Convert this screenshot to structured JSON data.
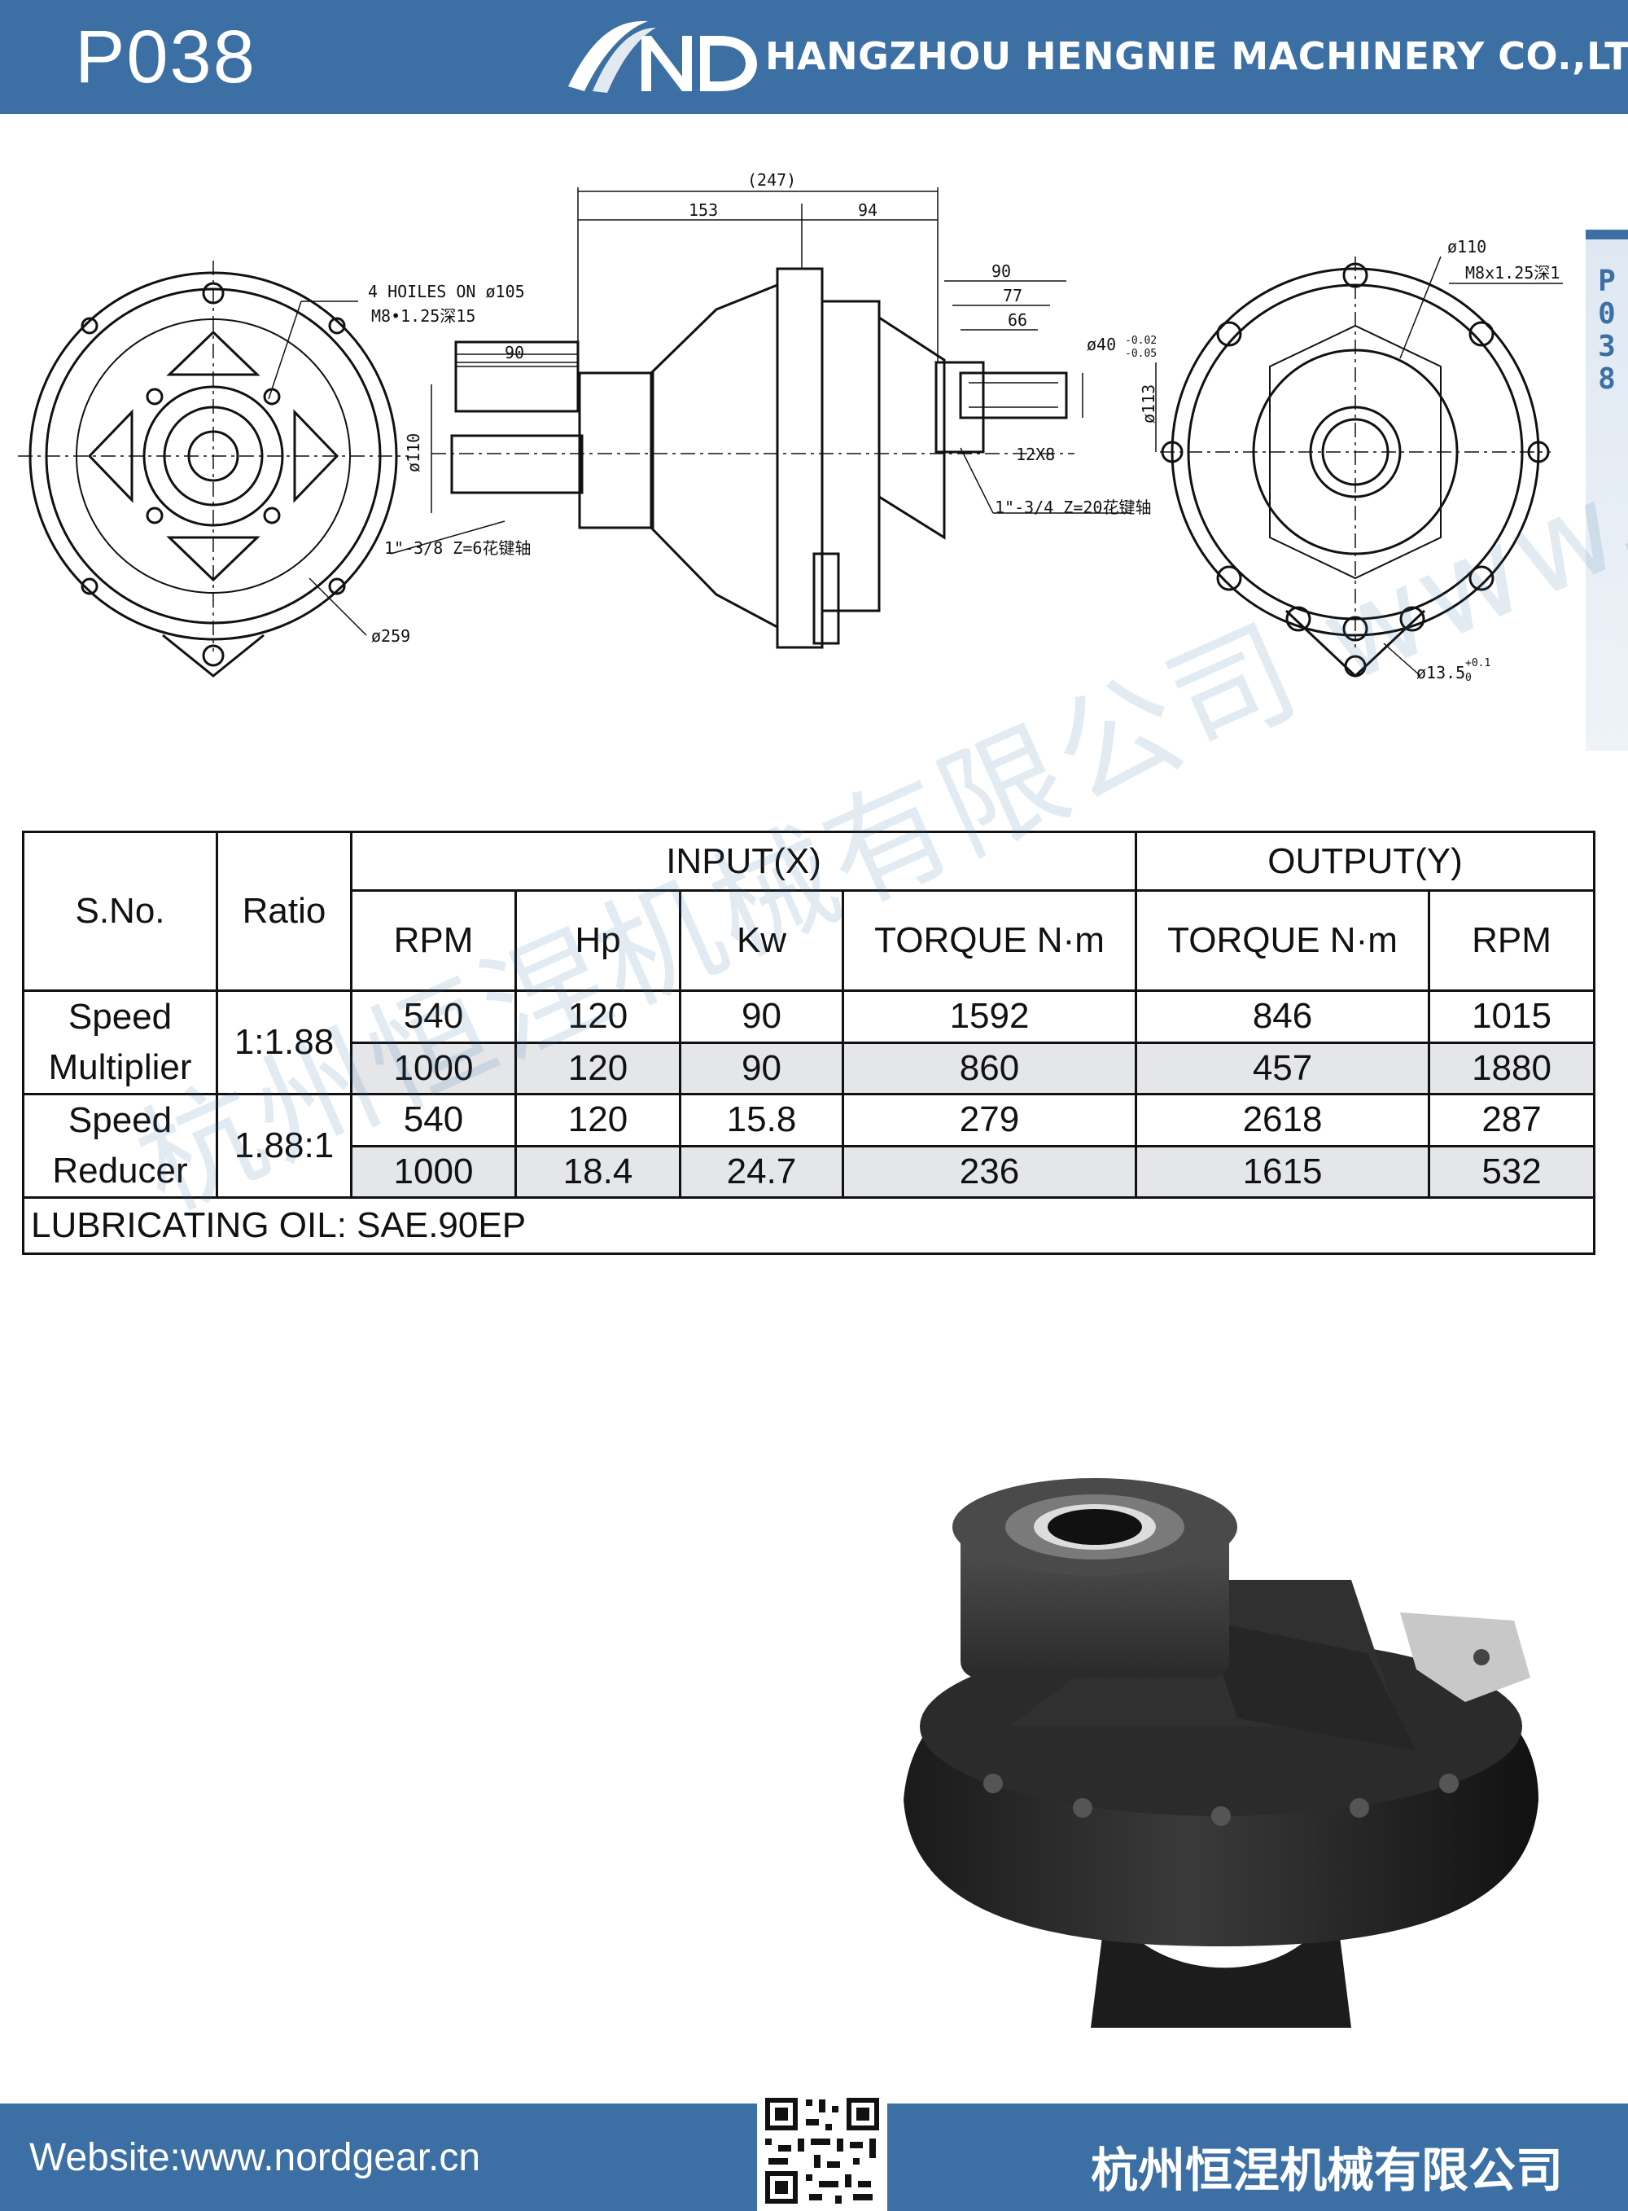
{
  "header": {
    "model": "P038",
    "company_en": "HANGZHOU HENGNIE MACHINERY CO.,LTD",
    "brand_color": "#3c6fa3"
  },
  "side_tab": {
    "text": "P\n0\n3\n8"
  },
  "drawing": {
    "front_left": {
      "holes_note": "4 HOILES ON ø105",
      "thread_note": "M8•1.25深15",
      "diameter": "ø259"
    },
    "side": {
      "overall": "(247)",
      "left_length": "153",
      "right_length": "94",
      "input_shaft_length": "90",
      "input_diameter": "ø110",
      "input_spline": "1\"-3/8 Z=6花键轴",
      "output_90": "90",
      "output_77": "77",
      "output_66": "66",
      "output_diameter": "ø40",
      "tol_upper": "-0.02",
      "tol_lower": "-0.05",
      "flange_diameter": "ø113",
      "key": "12X8",
      "output_spline": "1\"-3/4 Z=20花键轴"
    },
    "front_right": {
      "diameter": "ø110",
      "thread_note": "M8x1.25深1",
      "hole": "ø13.5",
      "hole_tol_upper": "+0.1",
      "hole_tol_lower": "0"
    }
  },
  "table": {
    "headers": {
      "sno": "S.No.",
      "ratio": "Ratio",
      "input": "INPUT(X)",
      "output": "OUTPUT(Y)",
      "rpm_in": "RPM",
      "hp": "Hp",
      "kw": "Kw",
      "torque_in": "TORQUE N·m",
      "torque_out": "TORQUE N·m",
      "rpm_out": "RPM"
    },
    "groups": [
      {
        "label": "Speed Multiplier",
        "ratio": "1:1.88",
        "rows": [
          {
            "rpm_in": "540",
            "hp": "120",
            "kw": "90",
            "torque_in": "1592",
            "torque_out": "846",
            "rpm_out": "1015"
          },
          {
            "rpm_in": "1000",
            "hp": "120",
            "kw": "90",
            "torque_in": "860",
            "torque_out": "457",
            "rpm_out": "1880"
          }
        ]
      },
      {
        "label": "Speed Reducer",
        "ratio": "1.88:1",
        "rows": [
          {
            "rpm_in": "540",
            "hp": "120",
            "kw": "15.8",
            "torque_in": "279",
            "torque_out": "2618",
            "rpm_out": "287"
          },
          {
            "rpm_in": "1000",
            "hp": "18.4",
            "kw": "24.7",
            "torque_in": "236",
            "torque_out": "1615",
            "rpm_out": "532"
          }
        ]
      }
    ],
    "lubricating": "LUBRICATING OIL: SAE.90EP"
  },
  "watermark": "杭州恒涅机械有限公司 www.nordgear.cn",
  "footer": {
    "website": "Website:www.nordgear.cn",
    "company_cn": "杭州恒涅机械有限公司"
  }
}
